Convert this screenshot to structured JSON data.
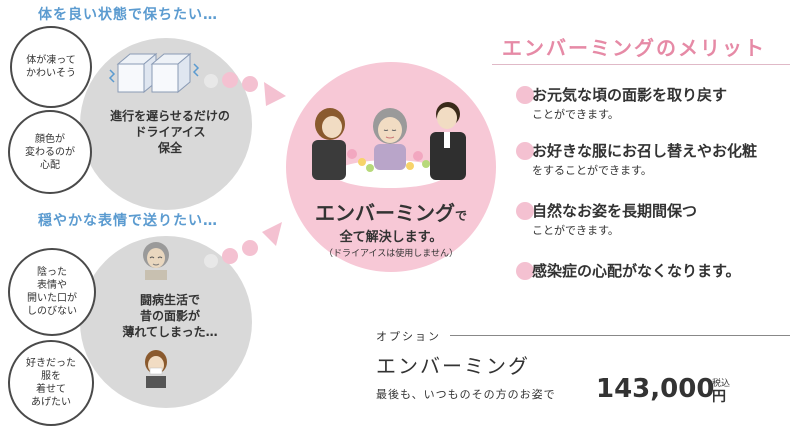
{
  "left_top": {
    "heading": "体を良い状態で保ちたい…",
    "bubble1": "体が凍って\nかわいそう",
    "bubble2": "顔色が\n変わるのが\n心配",
    "center_line1": "進行を遅らせるだけの",
    "center_line2": "ドライアイス",
    "center_line3": "保全"
  },
  "left_bottom": {
    "heading": "穏やかな表情で送りたい…",
    "bubble1": "陰った\n表情や\n開いた口が\nしのびない",
    "bubble2": "好きだった\n服を\n着せて\nあげたい",
    "center_line1": "闘病生活で",
    "center_line2": "昔の面影が",
    "center_line3": "薄れてしまった…"
  },
  "center": {
    "title_main": "エンバーミング",
    "title_suffix": "で",
    "subtitle": "全て解決します。",
    "note": "（ドライアイスは使用しません）"
  },
  "merits": {
    "title": "エンバーミングのメリット",
    "items": [
      {
        "main": "お元気な頃の面影を取り戻す",
        "sub": "ことができます。"
      },
      {
        "main": "お好きな服にお召し替えやお化粧",
        "sub": "をすることができます。"
      },
      {
        "main": "自然なお姿を長期間保つ",
        "sub": "ことができます。"
      },
      {
        "main": "感染症の心配がなくなります。",
        "sub": ""
      }
    ]
  },
  "option": {
    "label": "オプション",
    "name": "エンバーミング",
    "desc": "最後も、いつものその方のお姿で",
    "price": "143,000",
    "tax": "税込",
    "yen": "円"
  },
  "colors": {
    "heading_blue": "#5b9bd0",
    "pink": "#f7c8d6",
    "merit_pink": "#e68aa6",
    "gray": "#d9d9d9"
  }
}
